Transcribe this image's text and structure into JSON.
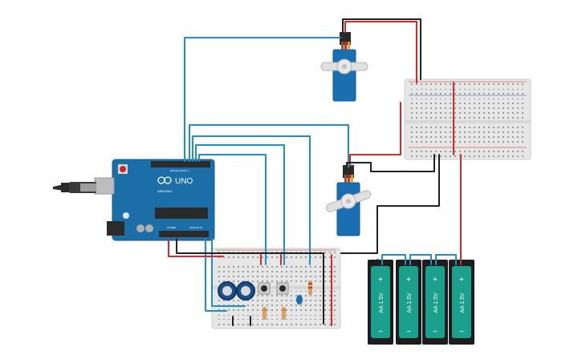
{
  "arduino": {
    "brand_text": "UNO",
    "model_text": "ARDUINO",
    "digital_label": "DIGITAL (PWM ~)",
    "power_label": "POWER",
    "analog_label": "ANALOG IN"
  },
  "batteries": [
    {
      "label": "AA 1.5V",
      "plus": "+",
      "minus": "−"
    },
    {
      "label": "AA 1.5V",
      "plus": "+",
      "minus": "−"
    },
    {
      "label": "AA 1.5V",
      "plus": "+",
      "minus": "−"
    },
    {
      "label": "AA 1.5V",
      "plus": "+",
      "minus": "−"
    }
  ],
  "colors": {
    "signal_wire": "#1e8fc7",
    "power_wire": "#d42a2a",
    "ground_wire": "#222222",
    "board_blue": "#1b6ea8",
    "battery_green": "#1aa08c",
    "breadboard": "#e3e3e3"
  },
  "icons": {
    "servo": "servo-motor-icon",
    "potentiometer": "potentiometer-icon",
    "pushbutton": "pushbutton-icon",
    "resistor": "resistor-icon",
    "usb": "usb-cable-icon"
  }
}
